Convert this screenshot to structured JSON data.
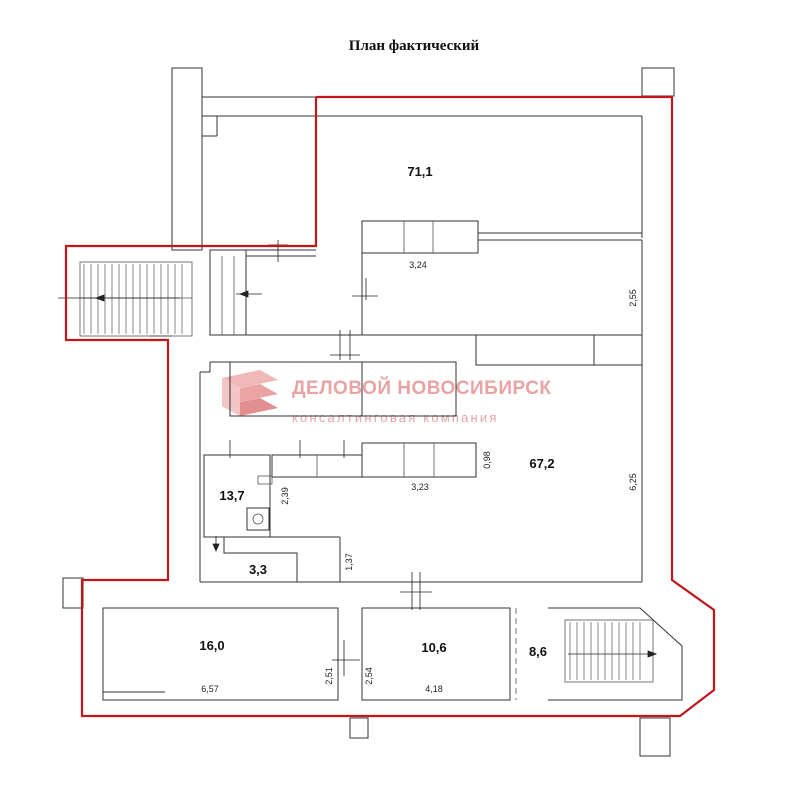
{
  "title": "План фактический",
  "rooms": [
    {
      "id": "room-71",
      "area": "71,1"
    },
    {
      "id": "room-67",
      "area": "67,2"
    },
    {
      "id": "room-13",
      "area": "13,7"
    },
    {
      "id": "room-3",
      "area": "3,3"
    },
    {
      "id": "room-16",
      "area": "16,0"
    },
    {
      "id": "room-10",
      "area": "10,6"
    },
    {
      "id": "room-8",
      "area": "8,6"
    }
  ],
  "dimensions": {
    "d324": "3,24",
    "d255": "2,55",
    "d098": "0,98",
    "d323": "3,23",
    "d625": "6,25",
    "d239": "2,39",
    "d137": "1,37",
    "d251": "2,51",
    "d254": "2,54",
    "d657": "6,57",
    "d418": "4,18"
  },
  "watermark": {
    "line1": "ДЕЛОВОЙ НОВОСИБИРСК",
    "line2": "консалтинговая компания",
    "color": "#e9a3a3"
  },
  "colors": {
    "boundary": "#c0161c",
    "walls": "#333333"
  }
}
